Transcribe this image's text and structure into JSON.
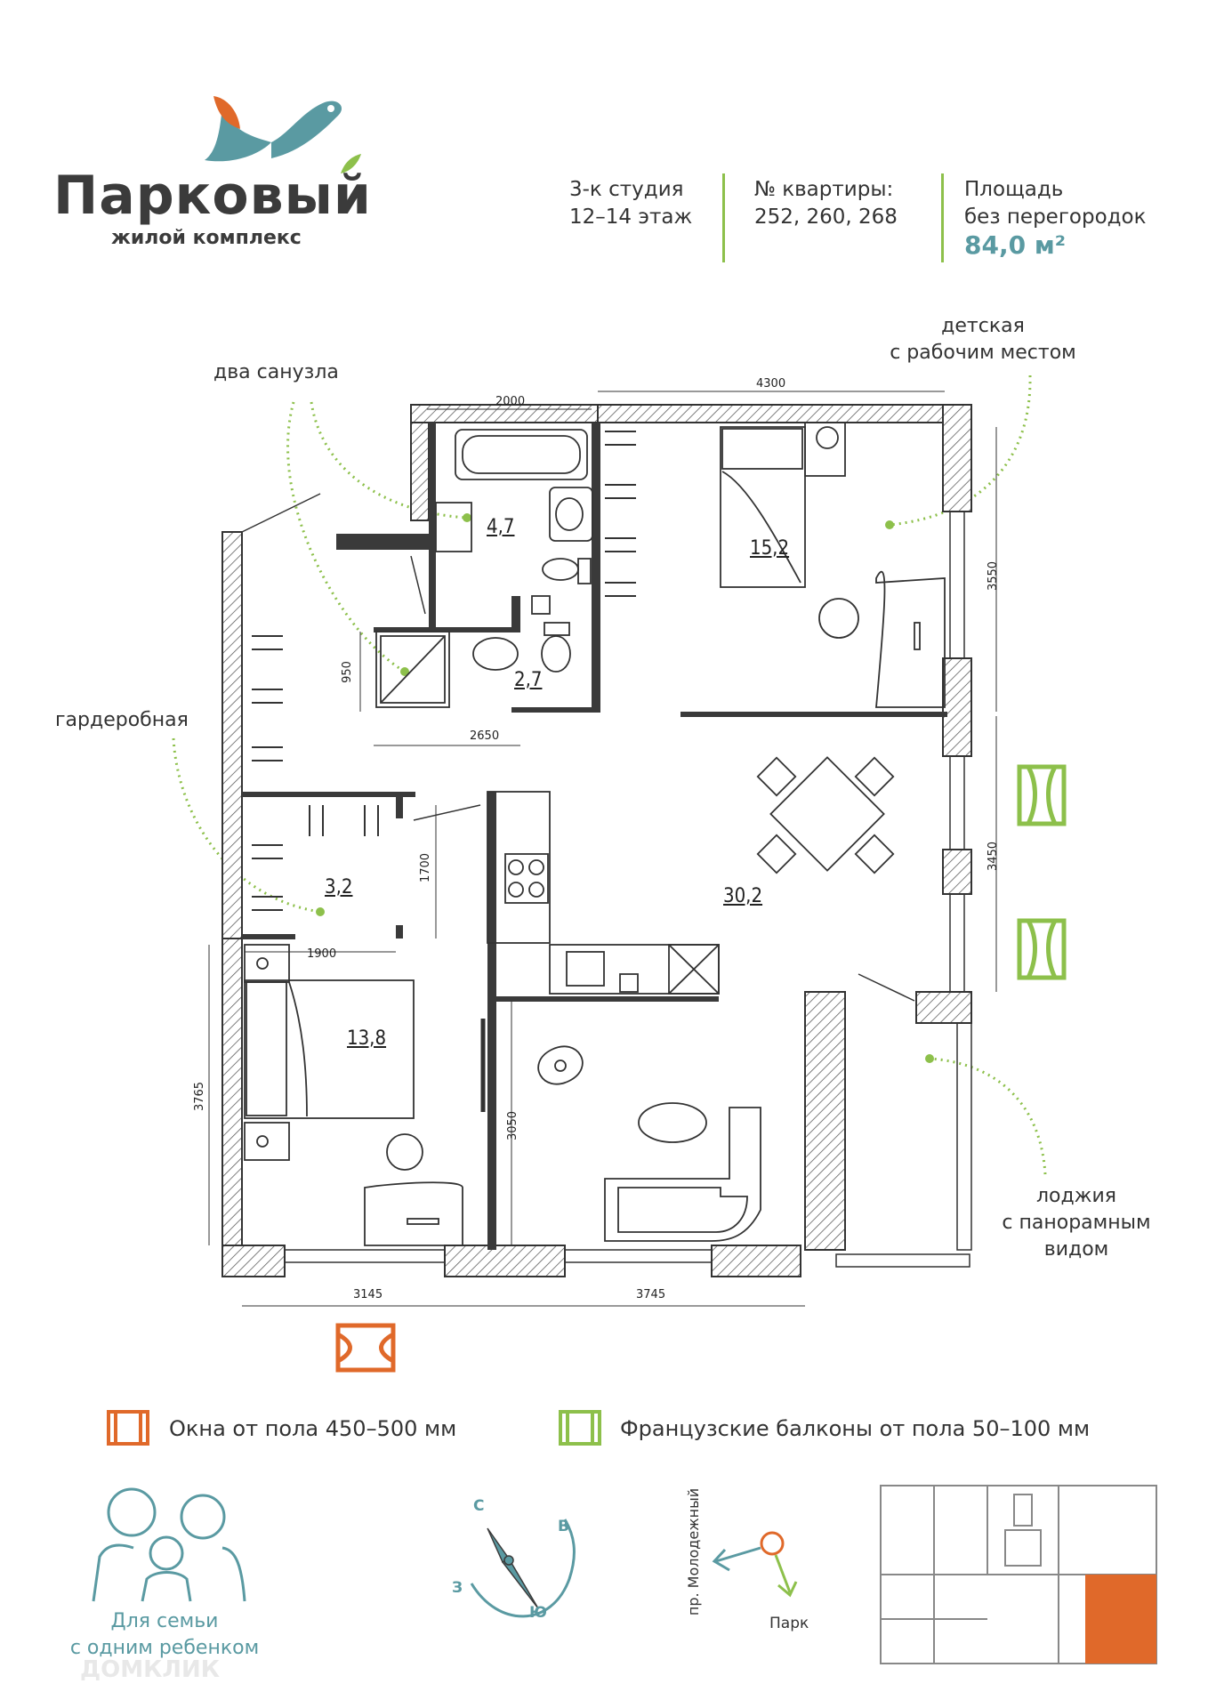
{
  "logo": {
    "name": "Парковый",
    "subtitle": "жилой комплекс"
  },
  "header": {
    "type_line1": "3-к студия",
    "type_line2": "12–14 этаж",
    "apt_label": "№ квартиры:",
    "apt_numbers": "252, 260, 268",
    "area_label1": "Площадь",
    "area_label2": "без перегородок",
    "area_value": "84,0 м²"
  },
  "callouts": {
    "bathrooms": "два санузла",
    "kids_line1": "детская",
    "kids_line2": "с рабочим местом",
    "wardrobe": "гардеробная",
    "loggia_line1": "лоджия",
    "loggia_line2": "с панорамным",
    "loggia_line3": "видом"
  },
  "rooms": {
    "bath1": "4,7",
    "bath2": "2,7",
    "kids": "15,2",
    "wardrobe": "3,2",
    "living": "30,2",
    "bedroom": "13,8"
  },
  "dimensions": {
    "d2000": "2000",
    "d4300": "4300",
    "d3550": "3550",
    "d950": "950",
    "d2650": "2650",
    "d1700": "1700",
    "d3450": "3450",
    "d1900": "1900",
    "d3765": "3765",
    "d3050": "3050",
    "d3145": "3145",
    "d3745": "3745"
  },
  "legend": {
    "windows": "Окна от пола 450–500 мм",
    "french": "Французские балконы от пола 50–100 мм"
  },
  "footer": {
    "family_line1": "Для семьи",
    "family_line2": "с одним ребенком",
    "compass": {
      "n": "С",
      "e": "В",
      "w": "З",
      "s": "Ю"
    },
    "street": "пр. Молодежный",
    "park": "Парк",
    "watermark": "ДОМКЛИК"
  },
  "colors": {
    "accent_teal": "#5a9aa2",
    "accent_green": "#8dc04b",
    "accent_orange": "#e0692a",
    "wall": "#3a3a3a"
  }
}
